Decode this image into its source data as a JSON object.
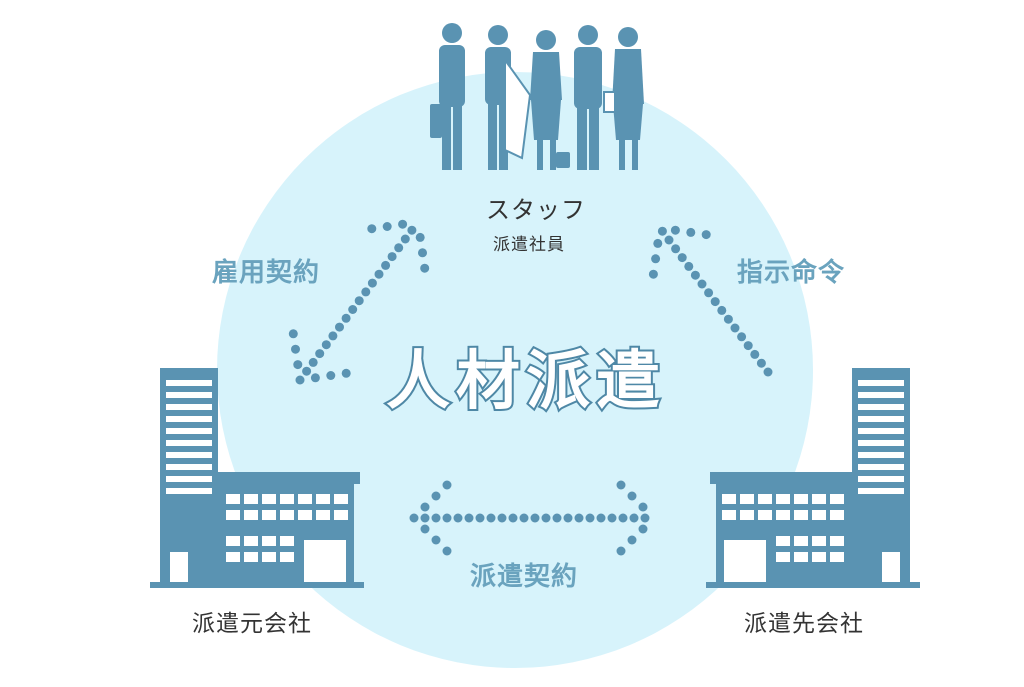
{
  "center_title": "人材派遣",
  "staff": {
    "title": "スタッフ",
    "subtitle": "派遣社員"
  },
  "left_company": "派遣元会社",
  "right_company": "派遣先会社",
  "relations": {
    "employment": "雇用契約",
    "instruction": "指示命令",
    "dispatch": "派遣契約"
  },
  "colors": {
    "circle": "#d7f3fb",
    "accent": "#5a93b2",
    "label": "#6aa3be",
    "dark_text": "#333333"
  }
}
